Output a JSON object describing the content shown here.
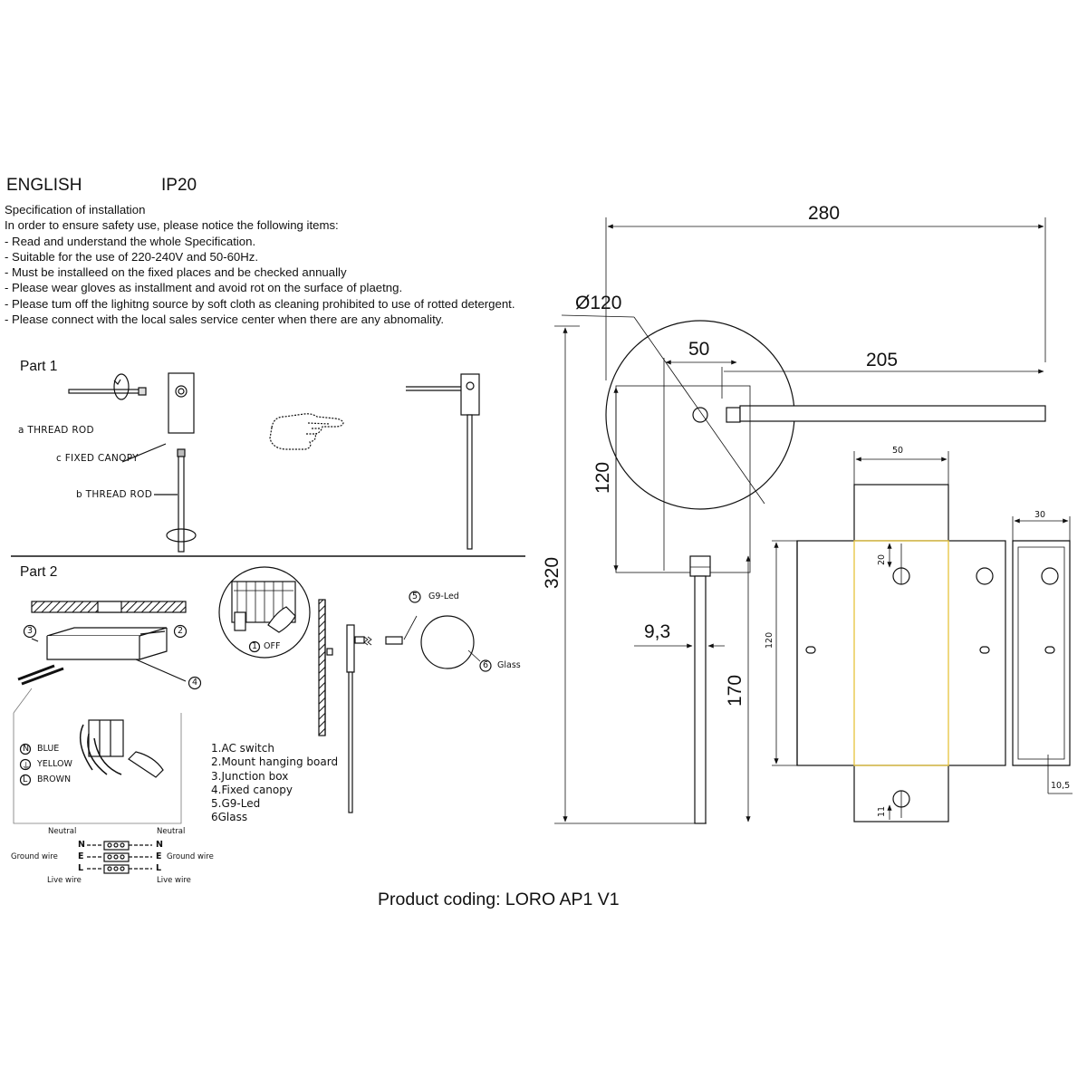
{
  "header": {
    "language": "ENGLISH",
    "ip_rating": "IP20"
  },
  "spec": {
    "title": "Specification of installation",
    "intro": "In order to ensure safety use, please notice the following items:",
    "items": [
      "- Read and understand the whole Specification.",
      "- Suitable for the use of 220-240V and 50-60Hz.",
      "- Must be installeed on the fixed places and be checked annually",
      "- Please wear gloves as installment and avoid rot on the surface of plaetng.",
      "- Please tum off the lighitng source by soft cloth as cleaning prohibited to use of rotted detergent.",
      "- Please connect with the local sales service center when there are any abnomality."
    ]
  },
  "part1": {
    "title": "Part 1",
    "labels": {
      "thread_rod_a": "a THREAD ROD",
      "fixed_canopy": "c FIXED CANOPY",
      "thread_rod_b": "b THREAD ROD"
    }
  },
  "part2": {
    "title": "Part 2",
    "callouts": {
      "c1": "1",
      "c2": "2",
      "c3": "3",
      "c4": "4",
      "c5": "5",
      "c6": "6"
    },
    "off_label": "OFF",
    "g9_label": "G9-Led",
    "glass_label": "Glass",
    "wires": [
      {
        "code": "N",
        "name": "BLUE"
      },
      {
        "code": "⏚",
        "name": "YELLOW"
      },
      {
        "code": "L",
        "name": "BROWN"
      }
    ],
    "legend": [
      "1.AC switch",
      "2.Mount hanging board",
      "3.Junction box",
      "4.Fixed canopy",
      "5.G9-Led",
      "6Glass"
    ],
    "wiring": {
      "neutral_left": "Neutral",
      "neutral_right": "Neutral",
      "ground_left": "Ground wire",
      "ground_right": "Ground wire",
      "live_left": "Live wire",
      "live_right": "Live wire",
      "n": "N",
      "e": "E",
      "l": "L"
    }
  },
  "dimensions": {
    "total_width": "280",
    "diameter": "Ø120",
    "offset_50": "50",
    "arm_205": "205",
    "height_120": "120",
    "height_320": "320",
    "rod_9_3": "9,3",
    "rod_170": "170",
    "plate_50": "50",
    "plate_20": "20",
    "plate_120": "120",
    "plate_11": "11",
    "side_30": "30",
    "side_10_5": "10,5"
  },
  "product_coding": "Product coding: LORO AP1 V1"
}
